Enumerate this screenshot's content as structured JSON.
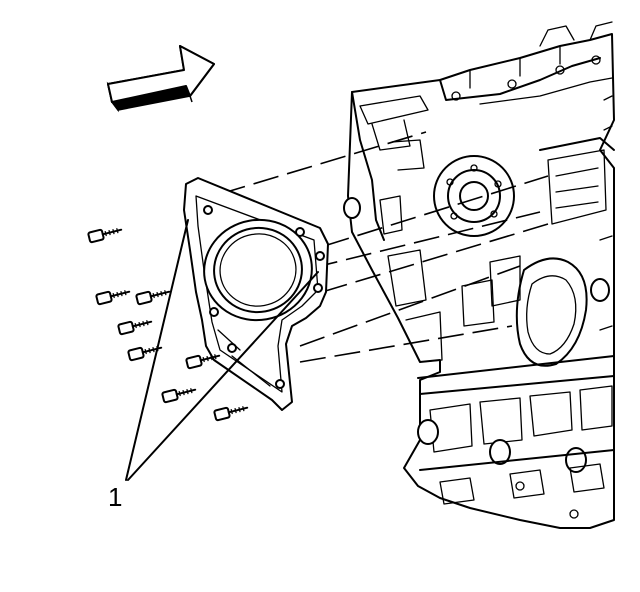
{
  "figure": {
    "callout_label": "1",
    "icons": [
      "direction-arrow-icon",
      "engine-block",
      "rear-cover-gasket",
      "bolt-icon"
    ]
  }
}
